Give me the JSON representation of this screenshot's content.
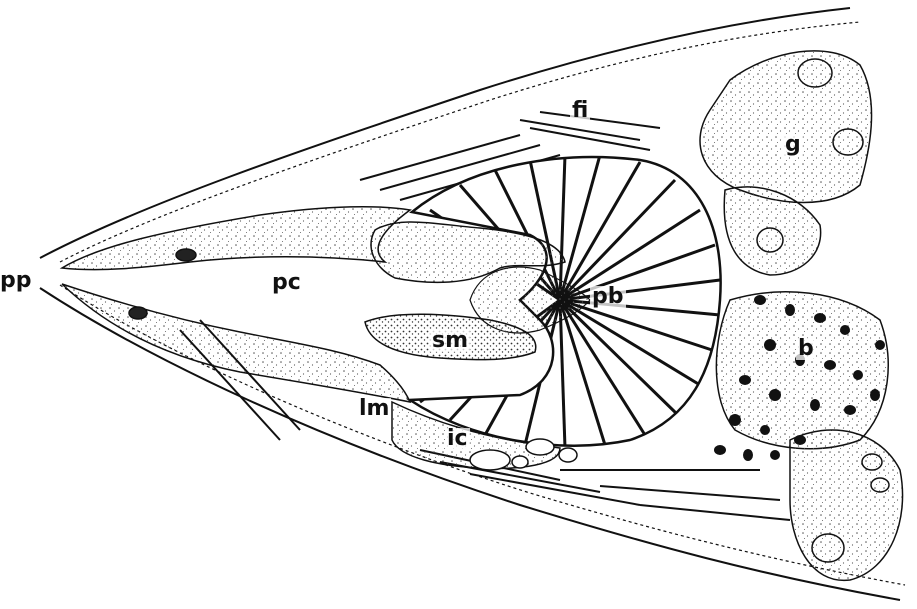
{
  "figure": {
    "labels": {
      "pp": "pp",
      "pc": "pc",
      "fi": "fi",
      "g": "g",
      "pb": "pb",
      "sm": "sm",
      "b": "b",
      "lm": "lm",
      "ic": "ic"
    },
    "colors": {
      "ink": "#111111",
      "paper": "#ffffff",
      "stipple": "#555555"
    }
  }
}
